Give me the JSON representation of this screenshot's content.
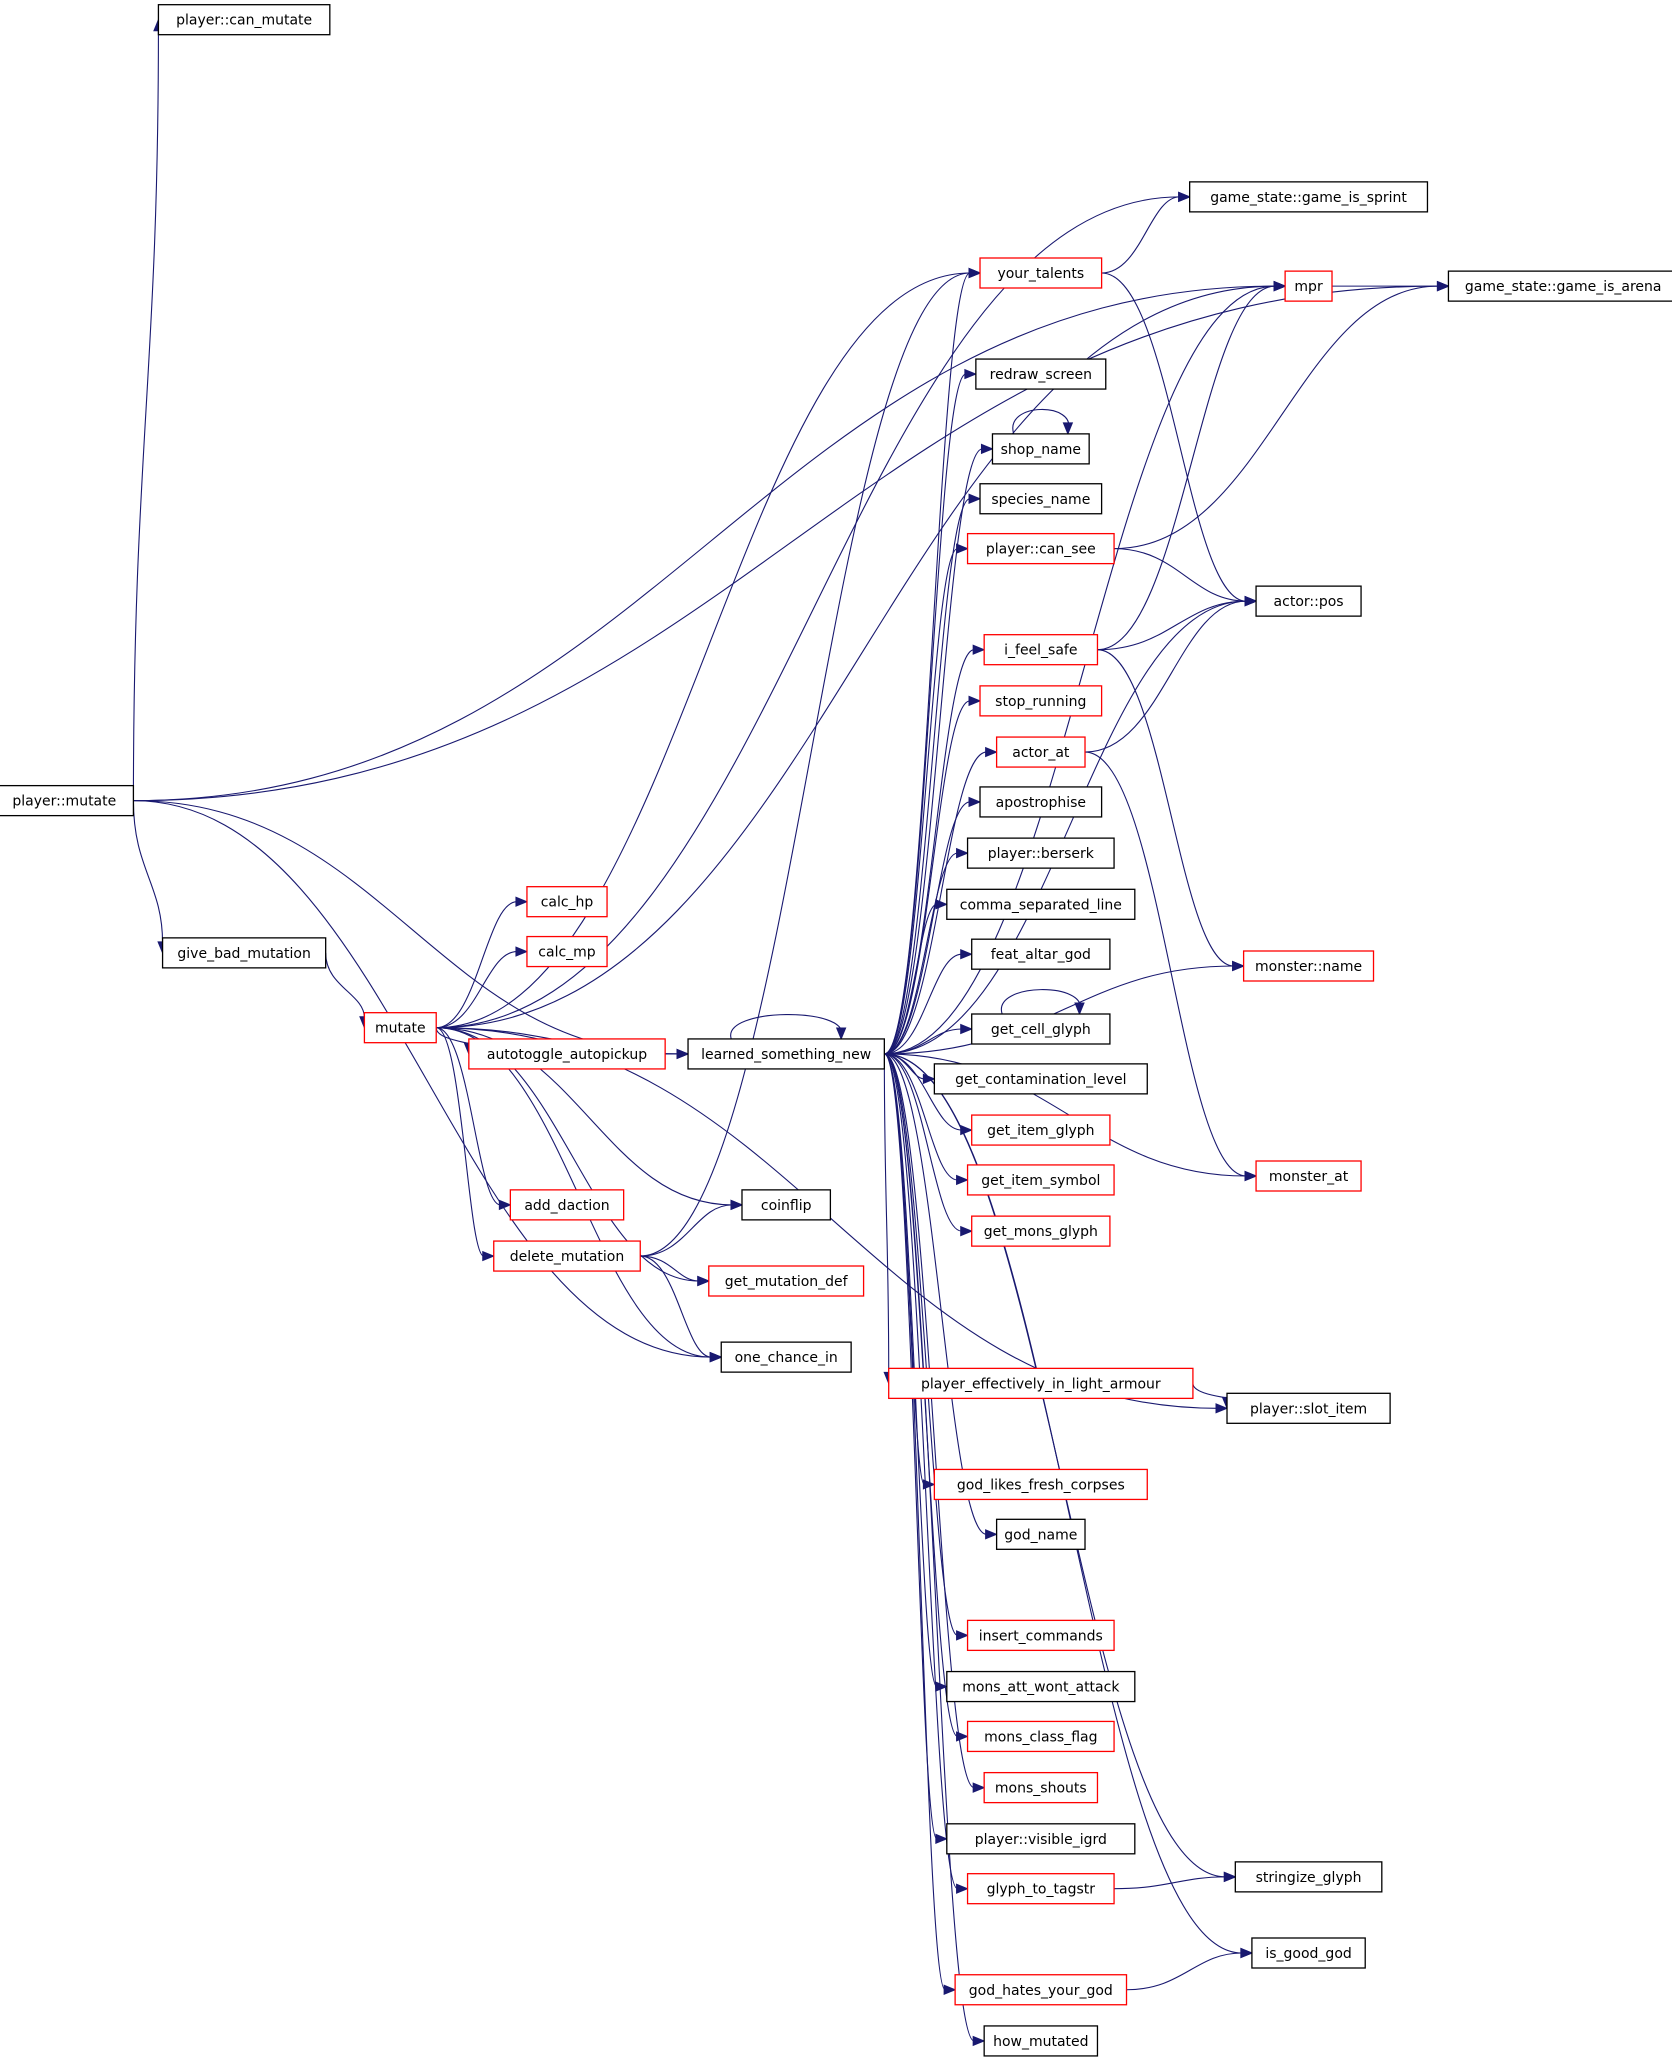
{
  "graph": {
    "colors": {
      "edge": "#191970",
      "node_border_default": "#000000",
      "node_border_incomplete": "#ff0000",
      "root_fill": "#bfbfbf",
      "background": "#ffffff"
    },
    "nodes": [
      {
        "id": "player_mutate",
        "label": "player::mutate",
        "border": "black",
        "root": true
      },
      {
        "id": "player_can_mutate",
        "label": "player::can_mutate",
        "border": "black"
      },
      {
        "id": "give_bad_mutation",
        "label": "give_bad_mutation",
        "border": "black"
      },
      {
        "id": "mutate",
        "label": "mutate",
        "border": "red"
      },
      {
        "id": "calc_hp",
        "label": "calc_hp",
        "border": "red"
      },
      {
        "id": "calc_mp",
        "label": "calc_mp",
        "border": "red"
      },
      {
        "id": "autotoggle_autopickup",
        "label": "autotoggle_autopickup",
        "border": "red"
      },
      {
        "id": "add_daction",
        "label": "add_daction",
        "border": "red"
      },
      {
        "id": "delete_mutation",
        "label": "delete_mutation",
        "border": "red"
      },
      {
        "id": "coinflip",
        "label": "coinflip",
        "border": "black"
      },
      {
        "id": "get_mutation_def",
        "label": "get_mutation_def",
        "border": "red"
      },
      {
        "id": "one_chance_in",
        "label": "one_chance_in",
        "border": "black"
      },
      {
        "id": "learned_something_new",
        "label": "learned_something_new",
        "border": "black"
      },
      {
        "id": "your_talents",
        "label": "your_talents",
        "border": "red"
      },
      {
        "id": "redraw_screen",
        "label": "redraw_screen",
        "border": "black"
      },
      {
        "id": "shop_name",
        "label": "shop_name",
        "border": "black"
      },
      {
        "id": "species_name",
        "label": "species_name",
        "border": "black"
      },
      {
        "id": "player_can_see",
        "label": "player::can_see",
        "border": "red"
      },
      {
        "id": "i_feel_safe",
        "label": "i_feel_safe",
        "border": "red"
      },
      {
        "id": "stop_running",
        "label": "stop_running",
        "border": "red"
      },
      {
        "id": "actor_at",
        "label": "actor_at",
        "border": "red"
      },
      {
        "id": "apostrophise",
        "label": "apostrophise",
        "border": "black"
      },
      {
        "id": "player_berserk",
        "label": "player::berserk",
        "border": "black"
      },
      {
        "id": "comma_separated_line",
        "label": "comma_separated_line",
        "border": "black"
      },
      {
        "id": "feat_altar_god",
        "label": "feat_altar_god",
        "border": "black"
      },
      {
        "id": "get_cell_glyph",
        "label": "get_cell_glyph",
        "border": "black"
      },
      {
        "id": "get_contamination_level",
        "label": "get_contamination_level",
        "border": "black"
      },
      {
        "id": "get_item_glyph",
        "label": "get_item_glyph",
        "border": "red"
      },
      {
        "id": "get_item_symbol",
        "label": "get_item_symbol",
        "border": "red"
      },
      {
        "id": "get_mons_glyph",
        "label": "get_mons_glyph",
        "border": "red"
      },
      {
        "id": "player_effectively_in_light_armour",
        "label": "player_effectively_in_light_armour",
        "border": "red"
      },
      {
        "id": "god_likes_fresh_corpses",
        "label": "god_likes_fresh_corpses",
        "border": "red"
      },
      {
        "id": "god_name",
        "label": "god_name",
        "border": "black"
      },
      {
        "id": "insert_commands",
        "label": "insert_commands",
        "border": "red"
      },
      {
        "id": "mons_att_wont_attack",
        "label": "mons_att_wont_attack",
        "border": "black"
      },
      {
        "id": "mons_class_flag",
        "label": "mons_class_flag",
        "border": "red"
      },
      {
        "id": "mons_shouts",
        "label": "mons_shouts",
        "border": "red"
      },
      {
        "id": "player_visible_igrd",
        "label": "player::visible_igrd",
        "border": "black"
      },
      {
        "id": "glyph_to_tagstr",
        "label": "glyph_to_tagstr",
        "border": "red"
      },
      {
        "id": "god_hates_your_god",
        "label": "god_hates_your_god",
        "border": "red"
      },
      {
        "id": "how_mutated",
        "label": "how_mutated",
        "border": "black"
      },
      {
        "id": "game_is_sprint",
        "label": "game_state::game_is_sprint",
        "border": "black"
      },
      {
        "id": "mpr",
        "label": "mpr",
        "border": "red"
      },
      {
        "id": "game_is_arena",
        "label": "game_state::game_is_arena",
        "border": "black"
      },
      {
        "id": "actor_pos",
        "label": "actor::pos",
        "border": "black"
      },
      {
        "id": "monster_name",
        "label": "monster::name",
        "border": "red"
      },
      {
        "id": "monster_at",
        "label": "monster_at",
        "border": "red"
      },
      {
        "id": "player_slot_item",
        "label": "player::slot_item",
        "border": "black"
      },
      {
        "id": "stringize_glyph",
        "label": "stringize_glyph",
        "border": "black"
      },
      {
        "id": "is_good_god",
        "label": "is_good_god",
        "border": "black"
      }
    ],
    "edges": [
      [
        "player_mutate",
        "player_can_mutate"
      ],
      [
        "player_mutate",
        "game_is_arena"
      ],
      [
        "player_mutate",
        "give_bad_mutation"
      ],
      [
        "player_mutate",
        "learned_something_new"
      ],
      [
        "player_mutate",
        "mpr"
      ],
      [
        "player_mutate",
        "one_chance_in"
      ],
      [
        "give_bad_mutation",
        "mutate"
      ],
      [
        "mutate",
        "calc_hp"
      ],
      [
        "mutate",
        "calc_mp"
      ],
      [
        "mutate",
        "autotoggle_autopickup"
      ],
      [
        "mutate",
        "learned_something_new"
      ],
      [
        "mutate",
        "add_daction"
      ],
      [
        "mutate",
        "delete_mutation"
      ],
      [
        "mutate",
        "coinflip"
      ],
      [
        "mutate",
        "get_mutation_def"
      ],
      [
        "mutate",
        "one_chance_in"
      ],
      [
        "mutate",
        "game_is_sprint"
      ],
      [
        "mutate",
        "mpr"
      ],
      [
        "mutate",
        "your_talents"
      ],
      [
        "mutate",
        "player_slot_item"
      ],
      [
        "autotoggle_autopickup",
        "learned_something_new"
      ],
      [
        "delete_mutation",
        "coinflip"
      ],
      [
        "delete_mutation",
        "get_mutation_def"
      ],
      [
        "delete_mutation",
        "one_chance_in"
      ],
      [
        "delete_mutation",
        "your_talents"
      ],
      [
        "learned_something_new",
        "learned_something_new"
      ],
      [
        "learned_something_new",
        "your_talents"
      ],
      [
        "learned_something_new",
        "mpr"
      ],
      [
        "learned_something_new",
        "redraw_screen"
      ],
      [
        "learned_something_new",
        "shop_name"
      ],
      [
        "learned_something_new",
        "species_name"
      ],
      [
        "learned_something_new",
        "player_can_see"
      ],
      [
        "learned_something_new",
        "actor_pos"
      ],
      [
        "learned_something_new",
        "i_feel_safe"
      ],
      [
        "learned_something_new",
        "stop_running"
      ],
      [
        "learned_something_new",
        "actor_at"
      ],
      [
        "learned_something_new",
        "apostrophise"
      ],
      [
        "learned_something_new",
        "player_berserk"
      ],
      [
        "learned_something_new",
        "comma_separated_line"
      ],
      [
        "learned_something_new",
        "feat_altar_god"
      ],
      [
        "learned_something_new",
        "get_cell_glyph"
      ],
      [
        "learned_something_new",
        "get_contamination_level"
      ],
      [
        "learned_something_new",
        "get_item_glyph"
      ],
      [
        "learned_something_new",
        "get_item_symbol"
      ],
      [
        "learned_something_new",
        "get_mons_glyph"
      ],
      [
        "learned_something_new",
        "monster_name"
      ],
      [
        "learned_something_new",
        "monster_at"
      ],
      [
        "learned_something_new",
        "player_effectively_in_light_armour"
      ],
      [
        "learned_something_new",
        "god_likes_fresh_corpses"
      ],
      [
        "learned_something_new",
        "god_name"
      ],
      [
        "learned_something_new",
        "insert_commands"
      ],
      [
        "learned_something_new",
        "mons_att_wont_attack"
      ],
      [
        "learned_something_new",
        "mons_class_flag"
      ],
      [
        "learned_something_new",
        "mons_shouts"
      ],
      [
        "learned_something_new",
        "player_visible_igrd"
      ],
      [
        "learned_something_new",
        "glyph_to_tagstr"
      ],
      [
        "learned_something_new",
        "stringize_glyph"
      ],
      [
        "learned_something_new",
        "is_good_god"
      ],
      [
        "learned_something_new",
        "god_hates_your_god"
      ],
      [
        "learned_something_new",
        "how_mutated"
      ],
      [
        "shop_name",
        "shop_name"
      ],
      [
        "get_cell_glyph",
        "get_cell_glyph"
      ],
      [
        "your_talents",
        "game_is_sprint"
      ],
      [
        "your_talents",
        "actor_pos"
      ],
      [
        "player_can_see",
        "game_is_arena"
      ],
      [
        "player_can_see",
        "actor_pos"
      ],
      [
        "i_feel_safe",
        "mpr"
      ],
      [
        "i_feel_safe",
        "actor_pos"
      ],
      [
        "i_feel_safe",
        "monster_name"
      ],
      [
        "actor_at",
        "actor_pos"
      ],
      [
        "actor_at",
        "monster_at"
      ],
      [
        "mpr",
        "game_is_arena"
      ],
      [
        "player_effectively_in_light_armour",
        "player_slot_item"
      ],
      [
        "glyph_to_tagstr",
        "stringize_glyph"
      ],
      [
        "god_hates_your_god",
        "is_good_god"
      ]
    ]
  }
}
